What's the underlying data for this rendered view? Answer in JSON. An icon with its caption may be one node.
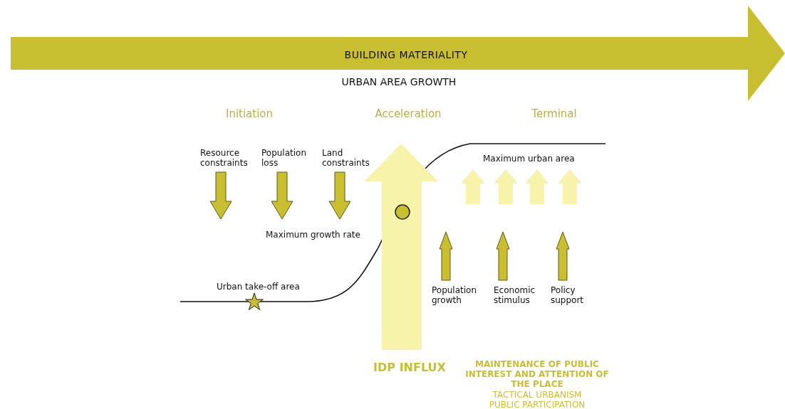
{
  "diagram": {
    "nodes": [
      {
        "text": [
          "BUILDING MATERIALITY"
        ]
      }
    ],
    "labels": [
      "URBAN AREA GROWTH",
      "Initiation",
      "Acceleration",
      "Terminal",
      "Resource constraints",
      "Population loss",
      "Land constraints",
      "Maximum urban area",
      "Maximum growth rate",
      "Urban take-off area",
      "Population growth",
      "Economic stimulus",
      "Policy support",
      "IDP INFLUX",
      "MAINTENANCE OF PUBLIC INTEREST AND ATTENTION OF THE PLACE",
      "TACTICAL URBANISM",
      "PUBLIC PARTICIPATION"
    ]
  }
}
